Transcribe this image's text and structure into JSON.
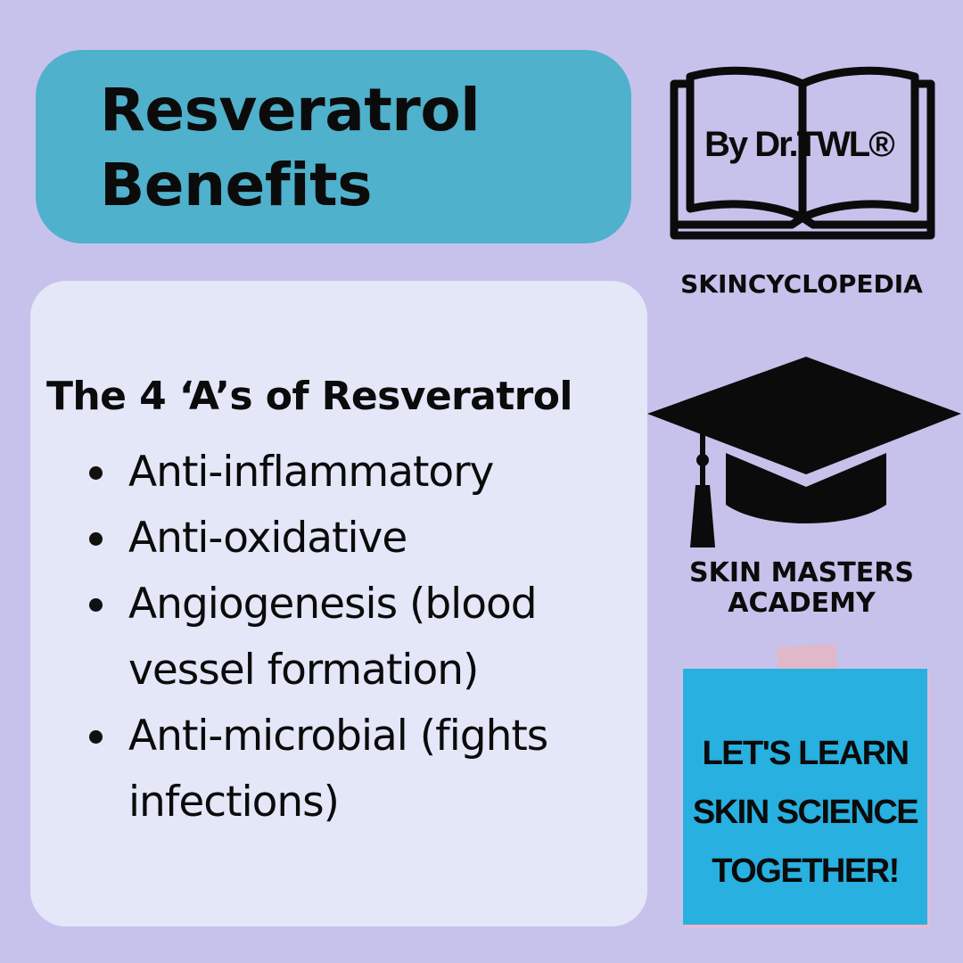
{
  "title": {
    "line1": "Resveratrol",
    "line2": "Benefits"
  },
  "content": {
    "heading": "The 4 ‘A’s of Resveratrol",
    "items": [
      {
        "label": "Anti-inflammatory"
      },
      {
        "label": "Anti-oxidative"
      },
      {
        "label": "Angiogenesis (blood vessel formation)"
      },
      {
        "label": "Anti-microbial (fights infections)"
      }
    ]
  },
  "book": {
    "label": "By Dr.TWL®",
    "icon": "open-book-icon"
  },
  "skincyclopedia": "SKINCYCLOPEDIA",
  "academy": {
    "icon": "graduation-cap-icon",
    "line1": "SKIN MASTERS",
    "line2": "ACADEMY"
  },
  "note": {
    "line1": "LET'S LEARN",
    "line2": "SKIN SCIENCE",
    "line3": "TOGETHER!"
  },
  "colors": {
    "background": "#c7c2eb",
    "title_box": "#4fb1cc",
    "content_box": "#e3e7f8",
    "note": "#27b0e0",
    "tape": "#e3b6c8"
  }
}
